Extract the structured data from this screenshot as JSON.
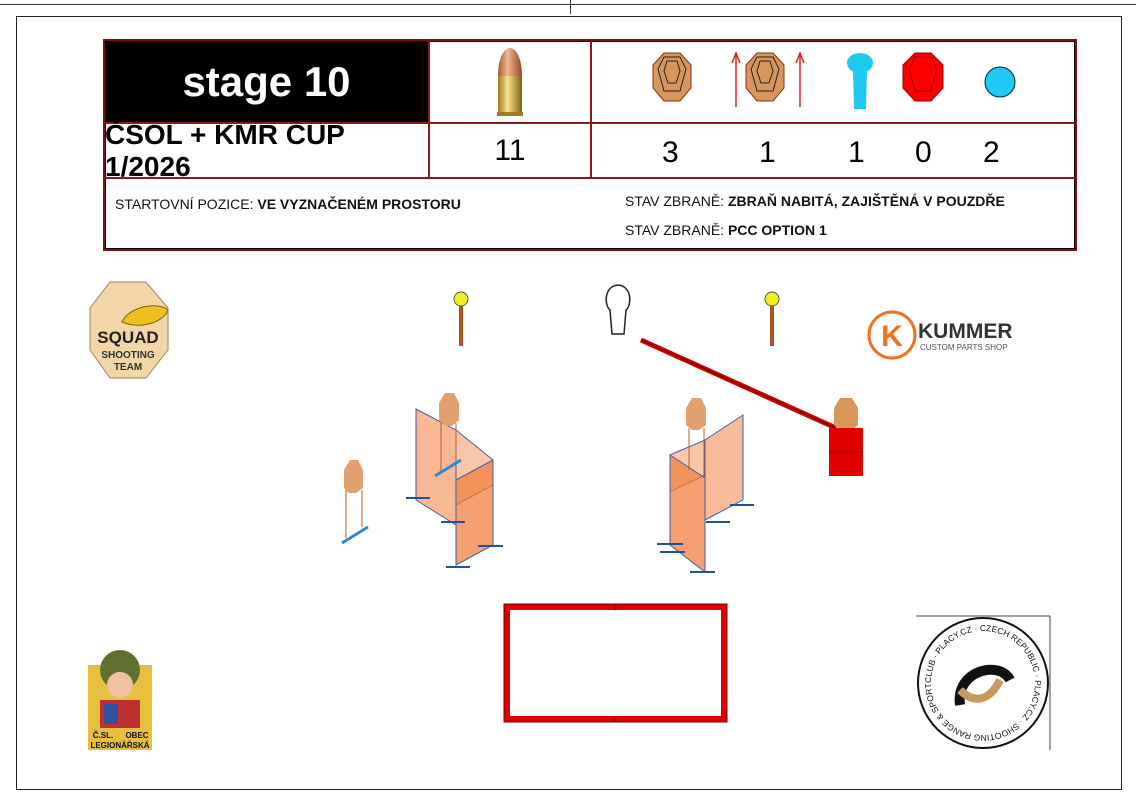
{
  "stage": {
    "title": "stage 10",
    "match_name": "ČSOL + KMR CUP 1/2026",
    "rounds": "11"
  },
  "target_counts": [
    {
      "icon": "paper-target-icon",
      "count": "3"
    },
    {
      "icon": "moving-paper-target-icon",
      "count": "1"
    },
    {
      "icon": "popper-icon",
      "count": "1"
    },
    {
      "icon": "no-shoot-target-icon",
      "count": "0"
    },
    {
      "icon": "steel-plate-icon",
      "count": "2"
    }
  ],
  "info": {
    "start_label": "STARTOVNÍ POZICE: ",
    "start_value": "VE VYZNAČENÉM PROSTORU",
    "gun_label": "STAV ZBRANĚ: ",
    "gun_value": "ZBRAŇ NABITÁ, ZAJIŠTĚNÁ V POUZDŘE",
    "gun2_label": "STAV ZBRANĚ: ",
    "gun2_value": "PCC OPTION 1"
  },
  "logos": {
    "squad": [
      "SQUAD",
      "SHOOTING",
      "TEAM"
    ],
    "kummer": [
      "KUMMER",
      "CUSTOM PARTS SHOP"
    ],
    "csol": [
      "Č.SL.",
      "OBEC",
      "LEGIONÁŘSKÁ"
    ],
    "placy": "CLUB · PLACY.CZ · CZECH REPUBLIC · PLACY.CZ · SHOOTING RANGE & SPORTING"
  },
  "colors": {
    "border": "#8a1a1a",
    "paper": "#d9965c",
    "popper": "#1ec8f0",
    "noshoot": "#ff0000",
    "wall": "#f5a070"
  }
}
